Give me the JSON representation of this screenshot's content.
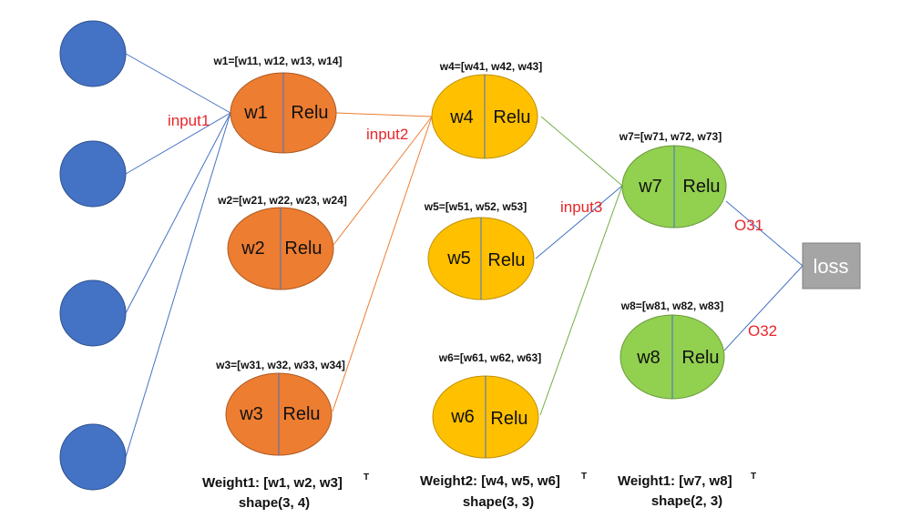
{
  "colors": {
    "input": "#4472c4",
    "layer1": "#ed7d31",
    "layer2": "#ffc000",
    "layer3": "#92d050",
    "loss": "#a5a5a5",
    "edge_blue": "#4472c4",
    "edge_orange": "#ed7d31",
    "edge_green": "#70ad47",
    "annotation": "#e8262a"
  },
  "neurons": {
    "n1": {
      "weight": "w1",
      "activation": "Relu",
      "weights_label": "w1=[w11, w12, w13, w14]"
    },
    "n2": {
      "weight": "w2",
      "activation": "Relu",
      "weights_label": "w2=[w21, w22, w23, w24]"
    },
    "n3": {
      "weight": "w3",
      "activation": "Relu",
      "weights_label": "w3=[w31, w32, w33, w34]"
    },
    "n4": {
      "weight": "w4",
      "activation": "Relu",
      "weights_label": "w4=[w41, w42, w43]"
    },
    "n5": {
      "weight": "w5",
      "activation": "Relu",
      "weights_label": "w5=[w51, w52, w53]"
    },
    "n6": {
      "weight": "w6",
      "activation": "Relu",
      "weights_label": "w6=[w61, w62, w63]"
    },
    "n7": {
      "weight": "w7",
      "activation": "Relu",
      "weights_label": "w7=[w71, w72, w73]"
    },
    "n8": {
      "weight": "w8",
      "activation": "Relu",
      "weights_label": "w8=[w81, w82, w83]"
    }
  },
  "annotations": {
    "input1": "input1",
    "input2": "input2",
    "input3": "input3",
    "o31": "O31",
    "o32": "O32"
  },
  "loss": {
    "label": "loss"
  },
  "captions": {
    "layer1_weight": "Weight1: [w1, w2, w3]",
    "layer1_sup": "T",
    "layer1_shape": "shape(3, 4)",
    "layer2_weight": "Weight2: [w4, w5, w6]",
    "layer2_sup": "T",
    "layer2_shape": "shape(3, 3)",
    "layer3_weight": "Weight1: [w7, w8]",
    "layer3_sup": "T",
    "layer3_shape": "shape(2, 3)"
  }
}
